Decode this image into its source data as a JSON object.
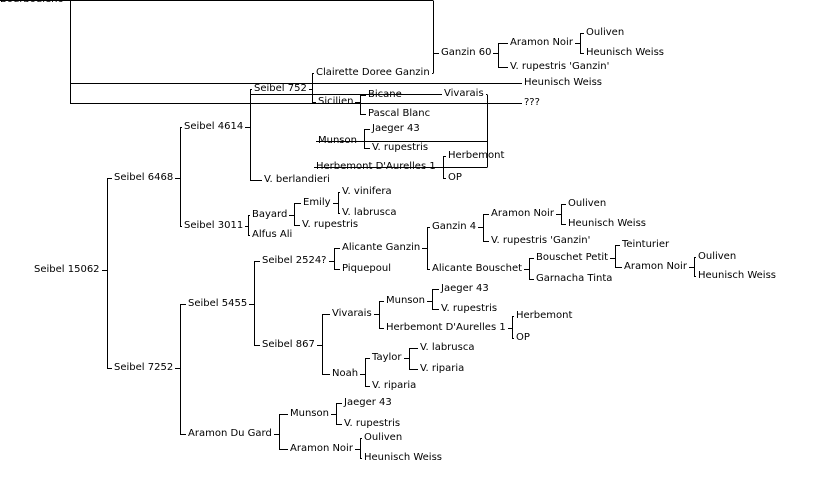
{
  "colors": {
    "line": "#000000",
    "text": "#000000",
    "background": "#ffffff"
  },
  "tree": {
    "label": "Seibel 15062",
    "children": [
      {
        "label": "Seibel 6468",
        "children": [
          {
            "label": "Seibel 4614",
            "children": [
              {
                "label": "Seibel 752",
                "children": [
                  {
                    "label": "Clairette Doree Ganzin",
                    "children": [
                      {
                        "label": "Ganzin 60",
                        "children": [
                          {
                            "label": "Aramon Noir",
                            "children": [
                              {
                                "label": "Ouliven"
                              },
                              {
                                "label": "Heunisch Weiss"
                              }
                            ]
                          },
                          {
                            "label": "V. rupestris 'Ganzin'"
                          }
                        ]
                      },
                      {
                        "label": "Bourboulenc",
                        "children": [
                          {
                            "label": "Heunisch Weiss"
                          },
                          {
                            "label": "???"
                          }
                        ]
                      }
                    ]
                  },
                  {
                    "label": "Sicilien",
                    "children": [
                      {
                        "label": "Bicane"
                      },
                      {
                        "label": "Pascal Blanc"
                      }
                    ]
                  }
                ]
              },
              {
                "label": "Vivarais",
                "children": [
                  {
                    "label": "Munson",
                    "children": [
                      {
                        "label": "Jaeger 43"
                      },
                      {
                        "label": "V. rupestris"
                      }
                    ]
                  },
                  {
                    "label": "Herbemont D'Aurelles 1",
                    "children": [
                      {
                        "label": "Herbemont"
                      },
                      {
                        "label": "OP"
                      }
                    ]
                  }
                ]
              },
              {
                "label": "V. berlandieri"
              }
            ]
          },
          {
            "label": "Seibel 3011",
            "children": [
              {
                "label": "Bayard",
                "children": [
                  {
                    "label": "Emily",
                    "children": [
                      {
                        "label": "V. vinifera"
                      },
                      {
                        "label": "V. labrusca"
                      }
                    ]
                  },
                  {
                    "label": "V. rupestris"
                  }
                ]
              },
              {
                "label": "Alfus Ali"
              }
            ]
          }
        ]
      },
      {
        "label": "Seibel 7252",
        "children": [
          {
            "label": "Seibel 5455",
            "children": [
              {
                "label": "Seibel 2524?",
                "children": [
                  {
                    "label": "Alicante Ganzin",
                    "children": [
                      {
                        "label": "Ganzin 4",
                        "children": [
                          {
                            "label": "Aramon Noir",
                            "children": [
                              {
                                "label": "Ouliven"
                              },
                              {
                                "label": "Heunisch Weiss"
                              }
                            ]
                          },
                          {
                            "label": "V. rupestris 'Ganzin'"
                          }
                        ]
                      },
                      {
                        "label": "Alicante Bouschet",
                        "children": [
                          {
                            "label": "Bouschet Petit",
                            "children": [
                              {
                                "label": "Teinturier"
                              },
                              {
                                "label": "Aramon Noir",
                                "children": [
                                  {
                                    "label": "Ouliven"
                                  },
                                  {
                                    "label": "Heunisch Weiss"
                                  }
                                ]
                              }
                            ]
                          },
                          {
                            "label": "Garnacha Tinta"
                          }
                        ]
                      }
                    ]
                  },
                  {
                    "label": "Piquepoul"
                  }
                ]
              },
              {
                "label": "Seibel 867",
                "children": [
                  {
                    "label": "Vivarais",
                    "children": [
                      {
                        "label": "Munson",
                        "children": [
                          {
                            "label": "Jaeger 43"
                          },
                          {
                            "label": "V. rupestris"
                          }
                        ]
                      },
                      {
                        "label": "Herbemont D'Aurelles 1",
                        "children": [
                          {
                            "label": "Herbemont"
                          },
                          {
                            "label": "OP"
                          }
                        ]
                      }
                    ]
                  },
                  {
                    "label": "Noah",
                    "children": [
                      {
                        "label": "Taylor",
                        "children": [
                          {
                            "label": "V. labrusca"
                          },
                          {
                            "label": "V. riparia"
                          }
                        ]
                      },
                      {
                        "label": "V. riparia"
                      }
                    ]
                  }
                ]
              }
            ]
          },
          {
            "label": "Aramon Du Gard",
            "children": [
              {
                "label": "Munson",
                "children": [
                  {
                    "label": "Jaeger 43"
                  },
                  {
                    "label": "V. rupestris"
                  }
                ]
              },
              {
                "label": "Aramon Noir",
                "children": [
                  {
                    "label": "Ouliven"
                  },
                  {
                    "label": "Heunisch Weiss"
                  }
                ]
              }
            ]
          }
        ]
      }
    ]
  }
}
